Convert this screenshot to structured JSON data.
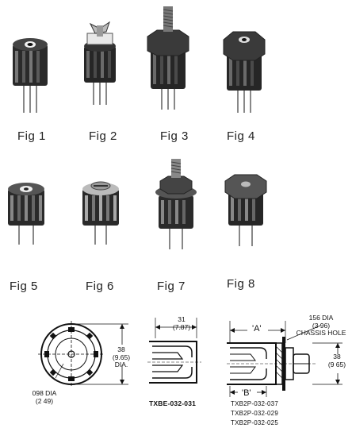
{
  "figures": {
    "fig1": "Fig  1",
    "fig2": "Fig 2",
    "fig3": "Fig 3",
    "fig4": "Fig 4",
    "fig5": "Fig 5",
    "fig6": "Fig 6",
    "fig7": "Fig 7",
    "fig8": "Fig 8"
  },
  "drawing1": {
    "height": "38",
    "height_mm": "(9.65)",
    "dia": "DIA.",
    "hole": "098 DIA",
    "hole_mm": "(2 49)"
  },
  "drawing2": {
    "width": "31",
    "width_mm": "(7.87)",
    "part": "TXBE-032-031"
  },
  "drawing3": {
    "a_label": "'A'",
    "b_label": "'B'",
    "chassis_dia": "156 DIA",
    "chassis_mm": "(3 96)",
    "chassis_hole": "CHASSIS HOLE",
    "height": "38",
    "height_mm": "(9 65)",
    "parts": [
      "TXB2P-032-037",
      "TXB2P-032-029",
      "TXB2P-032-025"
    ]
  }
}
